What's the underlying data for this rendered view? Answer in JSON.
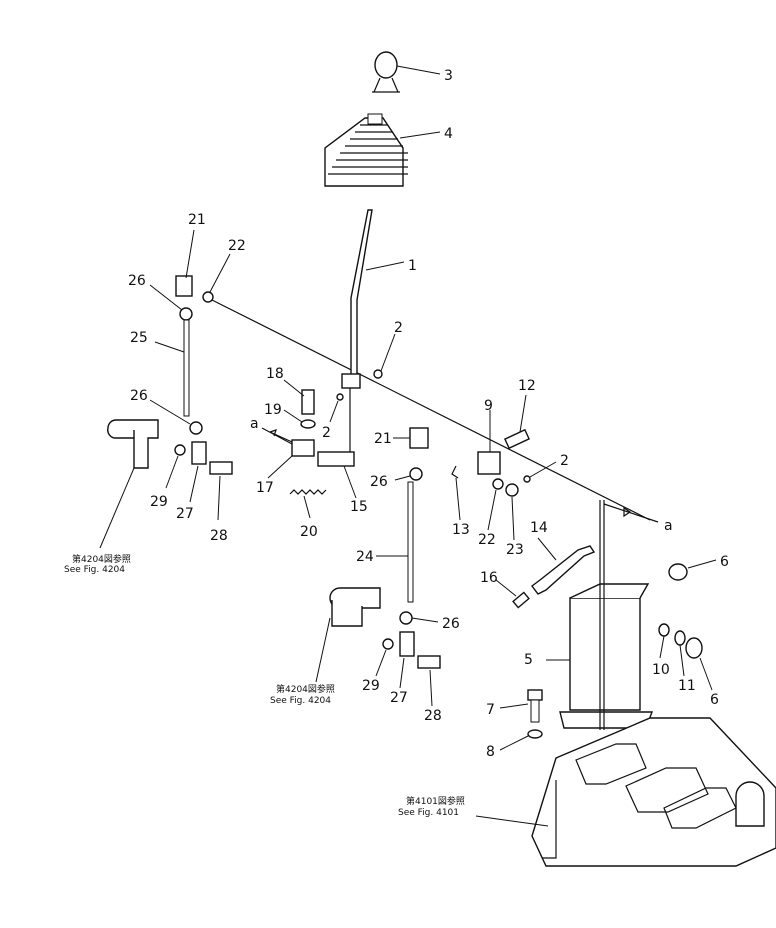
{
  "labels": {
    "p1": "1",
    "p2a": "2",
    "p2b": "2",
    "p2c": "2",
    "p3": "3",
    "p4": "4",
    "p5": "5",
    "p6a": "6",
    "p6b": "6",
    "p7": "7",
    "p8": "8",
    "p9": "9",
    "p10": "10",
    "p11": "11",
    "p12": "12",
    "p13": "13",
    "p14": "14",
    "p15": "15",
    "p16": "16",
    "p17": "17",
    "p18": "18",
    "p19": "19",
    "p20": "20",
    "p21a": "21",
    "p21b": "21",
    "p22a": "22",
    "p22b": "22",
    "p23": "23",
    "p24": "24",
    "p25": "25",
    "p26a": "26",
    "p26b": "26",
    "p26c": "26",
    "p26d": "26",
    "p27a": "27",
    "p27b": "27",
    "p28a": "28",
    "p28b": "28",
    "p29a": "29",
    "p29b": "29",
    "a_left": "a",
    "a_right": "a"
  },
  "references": {
    "fig4204_left_jp": "第4204図参照",
    "fig4204_left_en": "See Fig. 4204",
    "fig4204_mid_jp": "第4204図参照",
    "fig4204_mid_en": "See Fig. 4204",
    "fig4101_jp": "第4101図参照",
    "fig4101_en": "See Fig. 4101"
  }
}
